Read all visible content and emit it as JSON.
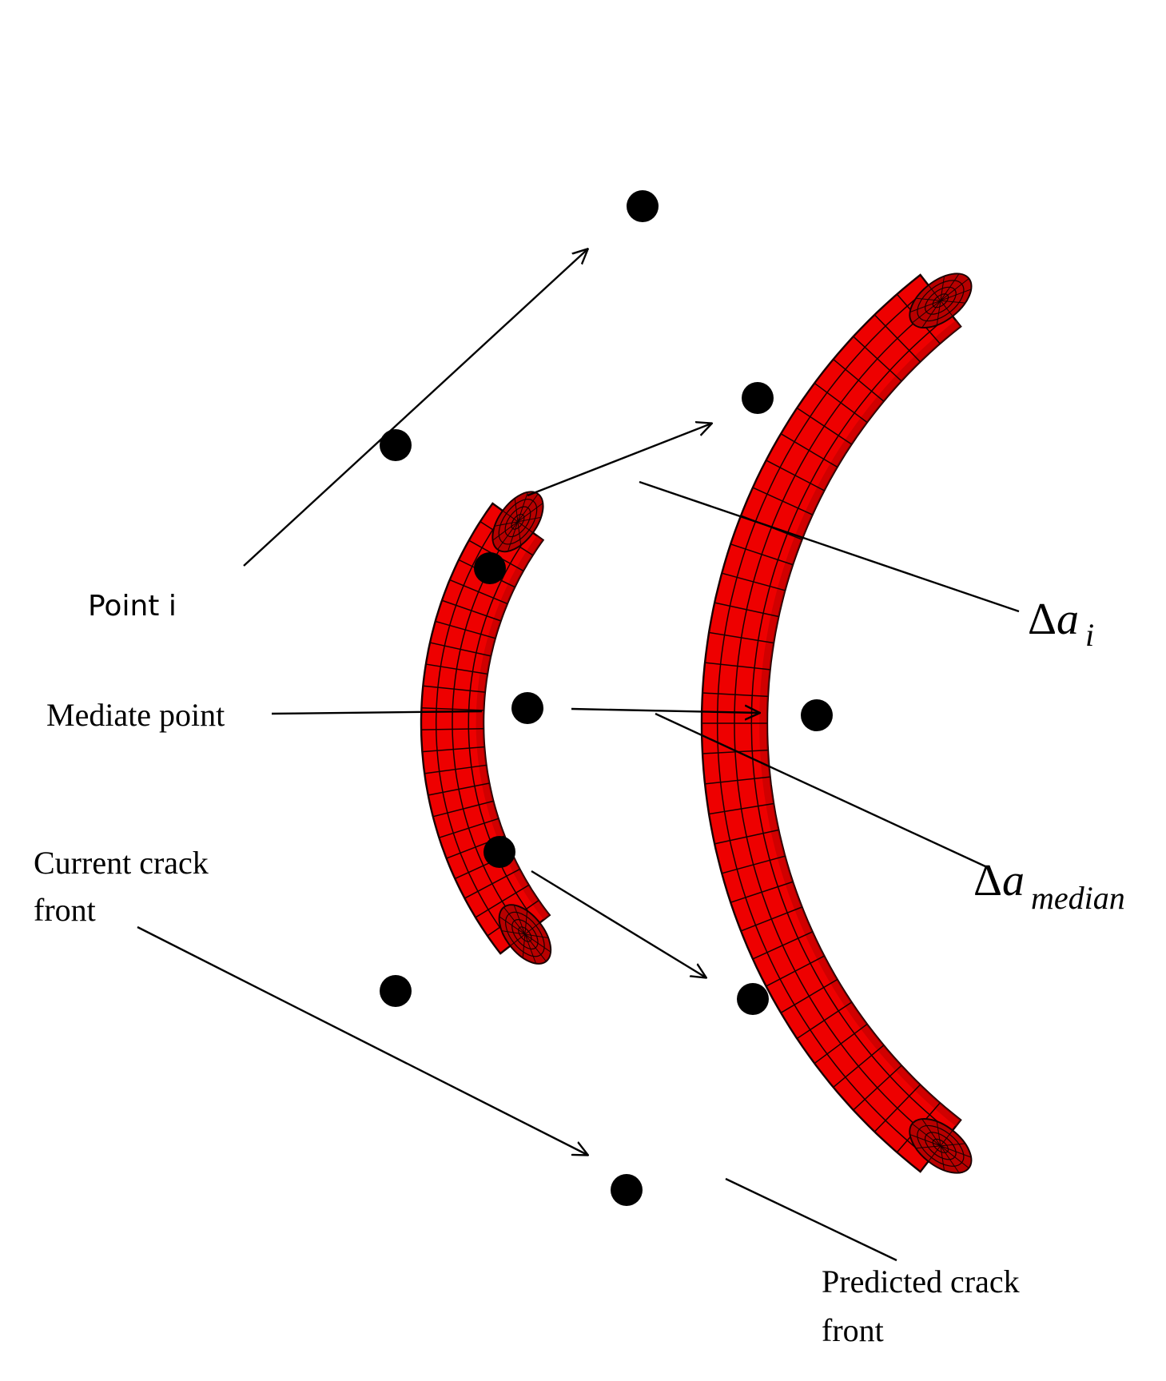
{
  "labels": {
    "point_i": "Point i",
    "mediate_point": "Mediate point",
    "delta_symbol": "Δ",
    "a_symbol": "a",
    "sub_i": "i",
    "sub_median": "median",
    "current_front_line1": "Current crack",
    "current_front_line2": "front",
    "predicted_front_line1": "Predicted crack",
    "predicted_front_line2": "front"
  },
  "colors": {
    "mesh_fill": "#ee0000",
    "mesh_dark": "#b80000",
    "mesh_line": "#1a0000",
    "node_dot": "#000000",
    "line": "#000000"
  }
}
